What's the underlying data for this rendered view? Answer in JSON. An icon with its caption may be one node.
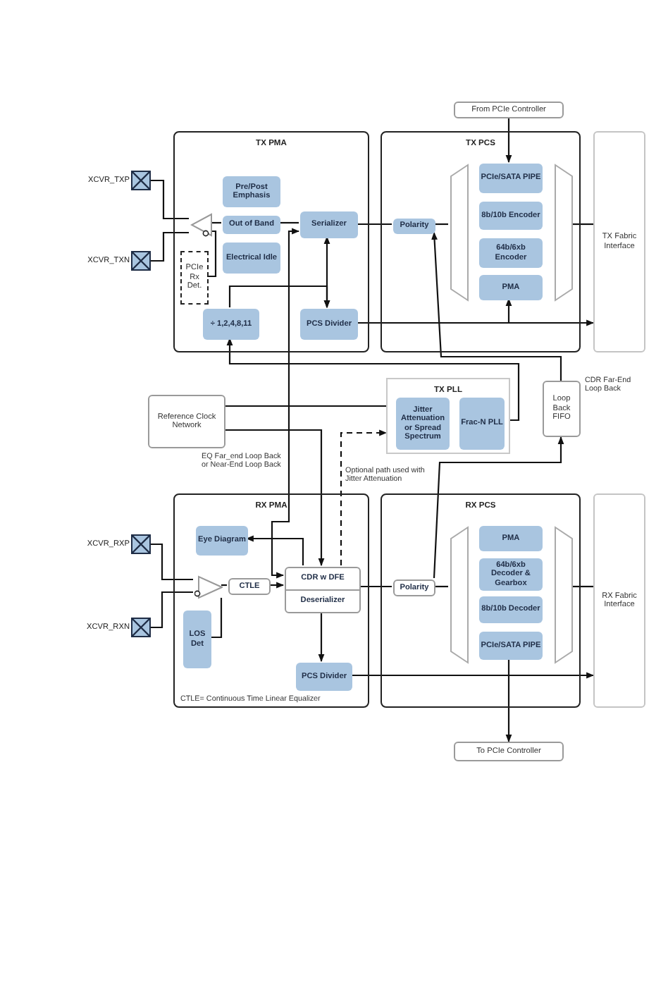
{
  "diagram": {
    "nodes": [
      {
        "text": [
          "From PCIe Controller"
        ]
      },
      {
        "text": [
          "TX PMA"
        ]
      },
      {
        "text": [
          "XCVR_TXP"
        ]
      },
      {
        "text": [
          "Pre/Post Emphasis"
        ],
        "in": 1
      },
      {
        "text": [],
        "shape": "triangle",
        "in": 1
      },
      {
        "text": [
          "Out of Band"
        ],
        "in": 1
      },
      {
        "text": [
          "XCVR_TXN"
        ]
      },
      {
        "text": [
          "PCIe Rx Det."
        ],
        "in": 1
      },
      {
        "text": [
          "Electrical Idle"
        ],
        "in": 1
      },
      {
        "text": [
          "Serializer"
        ],
        "in": 1
      },
      {
        "text": [
          "÷ 1,2,4,8,11"
        ],
        "in": 1
      },
      {
        "text": [
          "PCS Divider"
        ],
        "in": 1
      },
      {
        "text": [
          "TX PCS"
        ]
      },
      {
        "text": [
          "Polarity"
        ],
        "in": 12
      },
      {
        "text": [],
        "shape": "trapezoid",
        "in": 12
      },
      {
        "text": [
          "PCIe/SATA PIPE"
        ],
        "in": 12
      },
      {
        "text": [
          "8b/10b Encoder"
        ],
        "in": 12
      },
      {
        "text": [
          "64b/6xb Encoder"
        ],
        "in": 12
      },
      {
        "text": [
          "PMA"
        ],
        "in": 12
      },
      {
        "text": [],
        "shape": "trapezoid",
        "in": 12
      },
      {
        "text": [
          "TX Fabric Interface"
        ]
      },
      {
        "text": [
          "Reference Clock Network"
        ]
      },
      {
        "text": [
          "TX PLL"
        ]
      },
      {
        "text": [
          "Jitter Attenuation or Spread Spectrum"
        ],
        "in": 22
      },
      {
        "text": [
          "Frac-N PLL"
        ],
        "in": 22
      },
      {
        "text": [
          "Loop Back FIFO"
        ],
        "beside": [
          "CDR Far-End Loop Back"
        ]
      },
      {
        "text": [
          "RX PMA"
        ]
      },
      {
        "text": [
          "XCVR_RXP"
        ]
      },
      {
        "text": [
          "Eye Diagram"
        ],
        "in": 26
      },
      {
        "text": [],
        "shape": "triangle",
        "in": 26
      },
      {
        "text": [
          "CTLE"
        ],
        "in": 26
      },
      {
        "text": [
          "CDR w DFE",
          "Deserializer"
        ],
        "in": 26
      },
      {
        "text": [
          "XCVR_RXN"
        ]
      },
      {
        "text": [
          "LOS Det"
        ],
        "in": 26
      },
      {
        "text": [
          "PCS Divider"
        ],
        "in": 26
      },
      {
        "text": [
          "RX PCS"
        ]
      },
      {
        "text": [
          "Polarity"
        ],
        "in": 35
      },
      {
        "text": [],
        "shape": "trapezoid",
        "in": 35
      },
      {
        "text": [
          "PMA"
        ],
        "in": 35
      },
      {
        "text": [
          "64b/6xb Decoder & Gearbox"
        ],
        "in": 35
      },
      {
        "text": [
          "8b/10b Decoder"
        ],
        "in": 35
      },
      {
        "text": [
          "PCIe/SATA PIPE"
        ],
        "in": 35
      },
      {
        "text": [],
        "shape": "trapezoid",
        "in": 35
      },
      {
        "text": [
          "RX Fabric Interface"
        ]
      },
      {
        "text": [
          "To PCIe Controller"
        ]
      }
    ],
    "edges": [
      {
        "from": 0,
        "to": 15,
        "arrow": "to"
      },
      {
        "from": 2,
        "to": 4,
        "arrow": "none"
      },
      {
        "from": 6,
        "to": 4,
        "arrow": "none"
      },
      {
        "from": 5,
        "to": 4,
        "arrow": "none"
      },
      {
        "from": 7,
        "to": 4,
        "arrow": "none"
      },
      {
        "from": 5,
        "to": 9,
        "arrow": "none"
      },
      {
        "from": 9,
        "to": 11,
        "arrow": "both"
      },
      {
        "from": 10,
        "to": 11,
        "arrow": "to"
      },
      {
        "from": 9,
        "to": 13,
        "arrow": "none"
      },
      {
        "from": 13,
        "to": 14,
        "arrow": "none"
      },
      {
        "from": 19,
        "to": 20,
        "arrow": "none"
      },
      {
        "from": 11,
        "to": 20,
        "arrow": "to"
      },
      {
        "from": 11,
        "to": 18,
        "arrow": "to"
      },
      {
        "from": 9,
        "to": 31,
        "arrow": "both"
      },
      {
        "from": 21,
        "to": 23,
        "arrow": "to"
      },
      {
        "from": 21,
        "to": 31,
        "arrow": "to"
      },
      {
        "from": 31,
        "to": 22,
        "arrow": "to",
        "style": "dashed",
        "label": "Optional path used with Jitter Attenuation"
      },
      {
        "from": 24,
        "to": 10,
        "arrow": "to"
      },
      {
        "from": 25,
        "to": 13,
        "arrow": "to"
      },
      {
        "from": 36,
        "to": 25,
        "arrow": "to"
      },
      {
        "from": 27,
        "to": 29,
        "arrow": "none"
      },
      {
        "from": 32,
        "to": 29,
        "arrow": "none"
      },
      {
        "from": 33,
        "to": 29,
        "arrow": "none"
      },
      {
        "from": 29,
        "to": 30,
        "arrow": "none"
      },
      {
        "from": 30,
        "to": 31,
        "arrow": "to"
      },
      {
        "from": 31,
        "to": 28,
        "arrow": "to"
      },
      {
        "from": 31,
        "to": 34,
        "arrow": "to"
      },
      {
        "from": 31,
        "to": 36,
        "arrow": "none"
      },
      {
        "from": 36,
        "to": 37,
        "arrow": "none"
      },
      {
        "from": 42,
        "to": 43,
        "arrow": "none"
      },
      {
        "from": 34,
        "to": 43,
        "arrow": "to"
      },
      {
        "from": 41,
        "to": 44,
        "arrow": "to"
      }
    ],
    "labels": [
      "EQ Far_end Loop Back or Near-End Loop Back",
      "CTLE= Continuous Time Linear Equalizer"
    ]
  }
}
